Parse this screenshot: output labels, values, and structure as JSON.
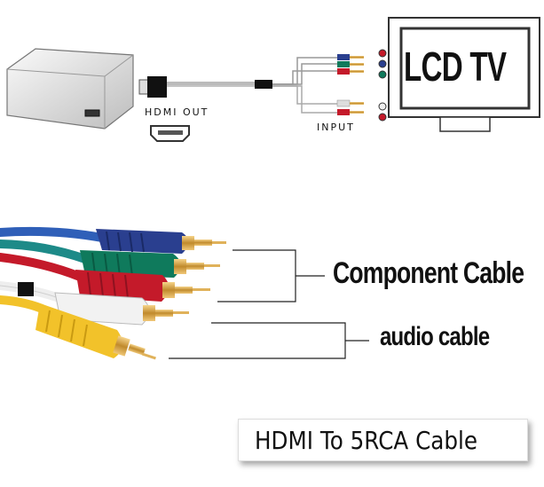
{
  "labels": {
    "hdmi_out": "HDMI OUT",
    "input": "INPUT",
    "tv": "LCD TV",
    "component": "Component Cable",
    "audio": "audio cable",
    "footer": "HDMI To 5RCA Cable"
  },
  "colors": {
    "blue": "#2a3f8f",
    "green": "#0f7a5c",
    "red": "#c41a2a",
    "white": "#e8e8e8",
    "yellow": "#f2c22a",
    "gold": "#d9a441"
  }
}
